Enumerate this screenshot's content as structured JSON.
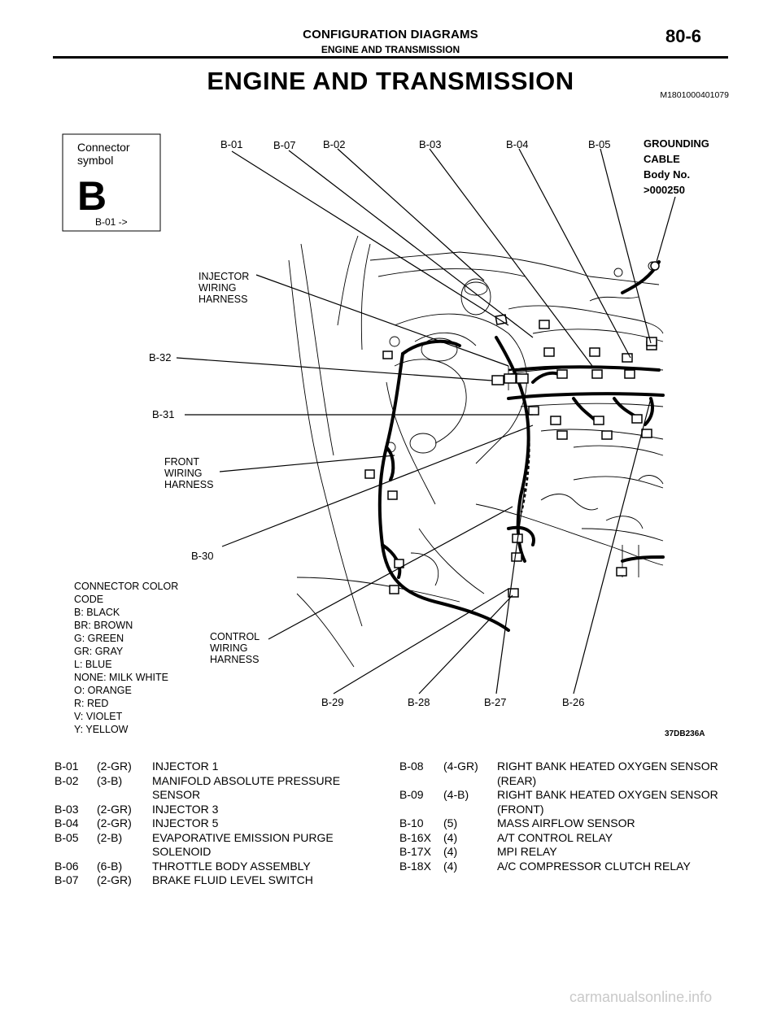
{
  "header": {
    "section_title": "CONFIGURATION DIAGRAMS",
    "section_subtitle": "ENGINE AND TRANSMISSION",
    "page_number": "80-6"
  },
  "page": {
    "title": "ENGINE AND TRANSMISSION",
    "doc_code": "M1801000401079"
  },
  "diagram": {
    "legend": {
      "line1": "Connector",
      "line2": "symbol",
      "letter": "B",
      "example": "B-01  ->"
    },
    "top_labels": [
      "B-01",
      "B-07",
      "B-02",
      "B-03",
      "B-04",
      "B-05"
    ],
    "grounding": [
      "GROUNDING",
      "CABLE",
      "Body No.",
      ">000250"
    ],
    "left_labels": {
      "injector": [
        "INJECTOR",
        "WIRING",
        "HARNESS"
      ],
      "b32": "B-32",
      "b31": "B-31",
      "front": [
        "FRONT",
        "WIRING",
        "HARNESS"
      ],
      "b30": "B-30",
      "control": [
        "CONTROL",
        "WIRING",
        "HARNESS"
      ]
    },
    "color_code": [
      "CONNECTOR COLOR",
      "CODE",
      "B: BLACK",
      "BR: BROWN",
      "G: GREEN",
      "GR: GRAY",
      "L: BLUE",
      "NONE: MILK WHITE",
      "O: ORANGE",
      "R: RED",
      "V: VIOLET",
      "Y: YELLOW"
    ],
    "bottom_labels": [
      "B-29",
      "B-28",
      "B-27",
      "B-26"
    ],
    "figure_code": "37DB236A"
  },
  "connectors_left": [
    {
      "id": "B-01",
      "type": "(2-GR)",
      "name": "INJECTOR 1"
    },
    {
      "id": "B-02",
      "type": "(3-B)",
      "name": "MANIFOLD ABSOLUTE PRESSURE SENSOR"
    },
    {
      "id": "B-03",
      "type": "(2-GR)",
      "name": "INJECTOR 3"
    },
    {
      "id": "B-04",
      "type": "(2-GR)",
      "name": "INJECTOR 5"
    },
    {
      "id": "B-05",
      "type": "(2-B)",
      "name": "EVAPORATIVE EMISSION PURGE SOLENOID"
    },
    {
      "id": "B-06",
      "type": "(6-B)",
      "name": "THROTTLE BODY ASSEMBLY"
    },
    {
      "id": "B-07",
      "type": "(2-GR)",
      "name": "BRAKE FLUID LEVEL SWITCH"
    }
  ],
  "connectors_right": [
    {
      "id": "B-08",
      "type": "(4-GR)",
      "name": "RIGHT BANK HEATED OXYGEN SENSOR (REAR)"
    },
    {
      "id": "B-09",
      "type": "(4-B)",
      "name": "RIGHT BANK HEATED OXYGEN SENSOR (FRONT)"
    },
    {
      "id": "B-10",
      "type": "(5)",
      "name": "MASS AIRFLOW SENSOR"
    },
    {
      "id": "B-16X",
      "type": "(4)",
      "name": "A/T CONTROL RELAY"
    },
    {
      "id": "B-17X",
      "type": "(4)",
      "name": "MPI RELAY"
    },
    {
      "id": "B-18X",
      "type": "(4)",
      "name": "A/C COMPRESSOR CLUTCH RELAY"
    }
  ],
  "watermark": "carmanualsonline.info"
}
